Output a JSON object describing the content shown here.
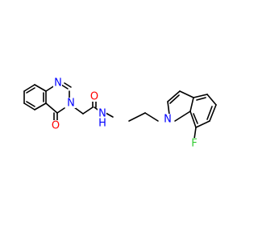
{
  "colors": {
    "bond": "#000000",
    "nitrogen": "#0000ff",
    "oxygen": "#ff0000",
    "fluorine": "#33cc33",
    "background": "#ffffff"
  },
  "atoms": {
    "n1_label": "N",
    "n3_label": "N",
    "o_ring_label": "O",
    "o_amide_label": "O",
    "n_amide_label": "N",
    "h_amide_label": "H",
    "n_indole_label": "N",
    "f_label": "F"
  }
}
